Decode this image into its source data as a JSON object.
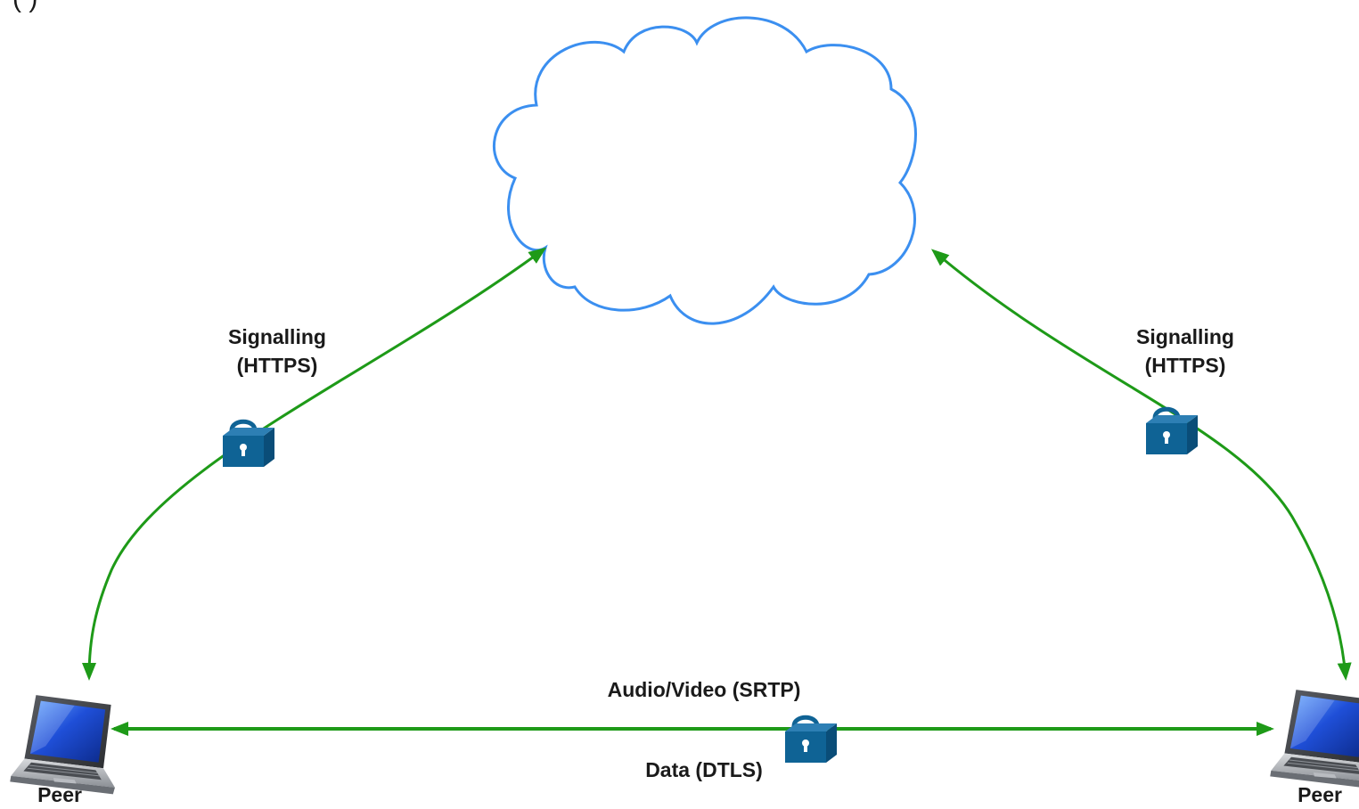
{
  "caption": "(                                                   )",
  "colors": {
    "cloud_stroke": "#3b8ff0",
    "arrow": "#1e9a18",
    "lock_front": "#0f6395",
    "lock_side": "#0a4d78",
    "lock_shackle": "#0f6395",
    "text": "#1a1a1a"
  },
  "cloud": {
    "name": "cloud"
  },
  "links": {
    "left_signalling": {
      "line1": "Signalling",
      "line2": "(HTTPS)"
    },
    "right_signalling": {
      "line1": "Signalling",
      "line2": "(HTTPS)"
    },
    "media": {
      "label": "Audio/Video (SRTP)"
    },
    "data": {
      "label": "Data (DTLS)"
    }
  },
  "peers": {
    "left": {
      "label": "Peer",
      "icon": "laptop-icon"
    },
    "right": {
      "label": "Peer",
      "icon": "laptop-icon"
    }
  },
  "locks": {
    "icon": "padlock-icon"
  }
}
